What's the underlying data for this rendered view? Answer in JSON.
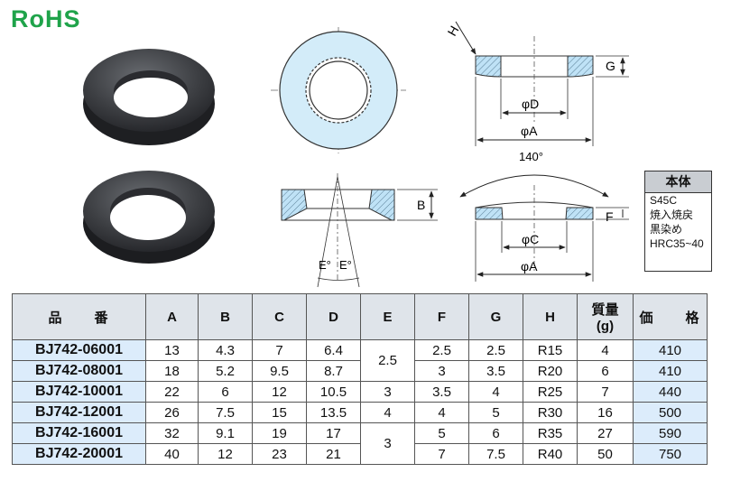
{
  "logo": {
    "text": "RoHS"
  },
  "diagram": {
    "angle_140": "140°",
    "label_H": "H",
    "label_G": "G",
    "label_B": "B",
    "label_F": "F",
    "label_phiA": "φA",
    "label_phiC": "φC",
    "label_phiD": "φD",
    "label_E1": "E°",
    "label_E2": "E°"
  },
  "material": {
    "header": "本体",
    "lines": [
      "S45C",
      "焼入焼戻",
      "黒染め",
      "HRC35~40"
    ]
  },
  "table": {
    "headers": {
      "part": "品　　番",
      "A": "A",
      "B": "B",
      "C": "C",
      "D": "D",
      "E": "E",
      "F": "F",
      "G": "G",
      "H": "H",
      "mass_top": "質量",
      "mass_unit": "(g)",
      "price": "価　　格"
    },
    "rows": [
      {
        "part": "BJ742-06001",
        "A": "13",
        "B": "4.3",
        "C": "7",
        "D": "6.4",
        "E": "2.5",
        "F": "2.5",
        "G": "2.5",
        "H": "R15",
        "mass": "4",
        "price": "410"
      },
      {
        "part": "BJ742-08001",
        "A": "18",
        "B": "5.2",
        "C": "9.5",
        "D": "8.7",
        "F": "3",
        "G": "3.5",
        "H": "R20",
        "mass": "6",
        "price": "410"
      },
      {
        "part": "BJ742-10001",
        "A": "22",
        "B": "6",
        "C": "12",
        "D": "10.5",
        "E": "3",
        "F": "3.5",
        "G": "4",
        "H": "R25",
        "mass": "7",
        "price": "440"
      },
      {
        "part": "BJ742-12001",
        "A": "26",
        "B": "7.5",
        "C": "15",
        "D": "13.5",
        "E": "4",
        "F": "4",
        "G": "5",
        "H": "R30",
        "mass": "16",
        "price": "500"
      },
      {
        "part": "BJ742-16001",
        "A": "32",
        "B": "9.1",
        "C": "19",
        "D": "17",
        "E": "3",
        "F": "5",
        "G": "6",
        "H": "R35",
        "mass": "27",
        "price": "590"
      },
      {
        "part": "BJ742-20001",
        "A": "40",
        "B": "12",
        "C": "23",
        "D": "21",
        "F": "7",
        "G": "7.5",
        "H": "R40",
        "mass": "50",
        "price": "750"
      }
    ]
  }
}
